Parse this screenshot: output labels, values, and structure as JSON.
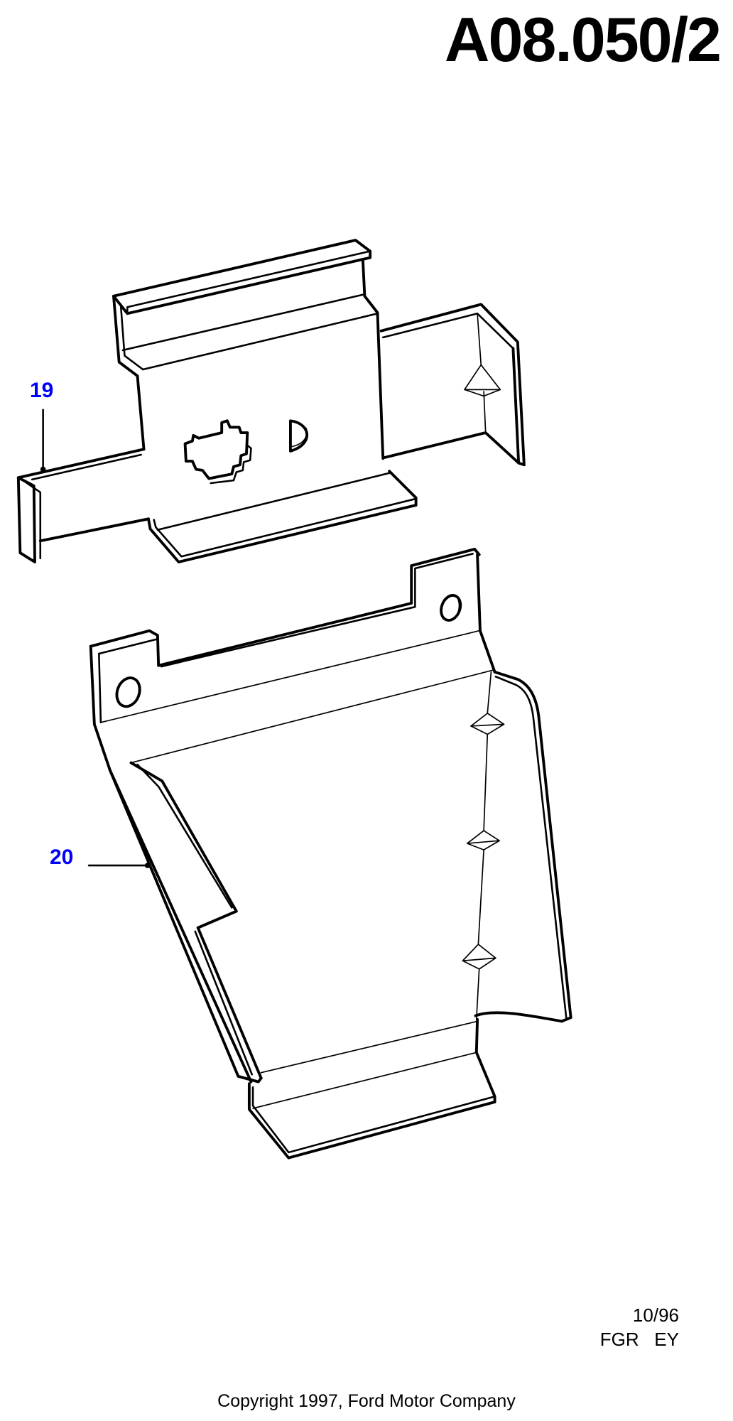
{
  "header": {
    "page_code": "A08.050/2"
  },
  "diagram": {
    "title": "Exploded parts illustration",
    "callouts": [
      {
        "number": "19",
        "label": "19",
        "color": "#0000ff"
      },
      {
        "number": "20",
        "label": "20",
        "color": "#0000ff"
      }
    ],
    "parts": [
      {
        "callout": "19",
        "description": "Bracket with stepped cut-out and D-hole, side flanges"
      },
      {
        "callout": "20",
        "description": "Panel with two mounting holes, flanges and three diamond markers"
      }
    ]
  },
  "footer": {
    "date": "10/96",
    "codes": "FGR   EY",
    "copyright": "Copyright 1997, Ford Motor Company"
  }
}
